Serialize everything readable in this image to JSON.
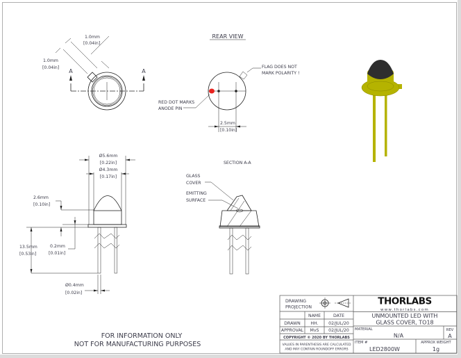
{
  "views": {
    "front": {
      "flag_width": "1.0mm",
      "flag_width_in": "[0.04in]",
      "flag_length": "1.0mm",
      "flag_length_in": "[0.04in]",
      "section_marker": "A"
    },
    "rear": {
      "title": "REAR VIEW",
      "flag_note_1": "FLAG DOES NOT",
      "flag_note_2": "MARK POLARITY !",
      "red_dot_note_1": "RED DOT MARKS",
      "red_dot_note_2": "ANODE PIN",
      "pin_spacing": "2.5mm",
      "pin_spacing_in": "[0.10in]",
      "red_dot_color": "#e8231f"
    },
    "side": {
      "outer_dia": "Ø5.6mm",
      "outer_dia_in": "[0.22in]",
      "inner_dia": "Ø4.3mm",
      "inner_dia_in": "[0.17in]",
      "dome_height": "2.6mm",
      "dome_height_in": "[0.10in]",
      "lead_length": "13.5mm",
      "lead_length_in": "[0.53in]",
      "flange": "0.2mm",
      "flange_in": "[0.01in]",
      "lead_dia": "Ø0.4mm",
      "lead_dia_in": "[0.02in]"
    },
    "section": {
      "title": "SECTION A-A",
      "glass_1": "GLASS",
      "glass_2": "COVER",
      "emit_1": "EMITTING",
      "emit_2": "SURFACE"
    },
    "render": {
      "body_color": "#b5b300",
      "dome_color": "#2e2e2e"
    }
  },
  "notes": {
    "line1": "FOR INFORMATION ONLY",
    "line2": "NOT FOR MANUFACTURING PURPOSES"
  },
  "title_block": {
    "projection_label_1": "DRAWING",
    "projection_label_2": "PROJECTION",
    "col_name": "NAME",
    "col_date": "DATE",
    "drawn_label": "DRAWN",
    "drawn_name": "HH.",
    "drawn_date": "02/JUL/20",
    "approval_label": "APPROVAL",
    "approval_name": "MvS",
    "approval_date": "02/JUL/20",
    "copyright": "COPYRIGHT © 2020 BY THORLABS",
    "disclaimer_1": "VALUES IN PARENTHESIS ARE CALCULATED",
    "disclaimer_2": "AND MAY CONTAIN ROUNDOFF ERRORS",
    "logo": "THORLABS",
    "website": "www.thorlabs.com",
    "title_1": "UNMOUNTED LED WITH",
    "title_2": "GLASS COVER, TO18",
    "material_label": "MATERIAL",
    "material": "N/A",
    "rev_label": "REV",
    "rev": "A",
    "item_label": "ITEM #",
    "item": "LED2800W",
    "weight_label": "APPROX WEIGHT",
    "weight": "1g"
  }
}
